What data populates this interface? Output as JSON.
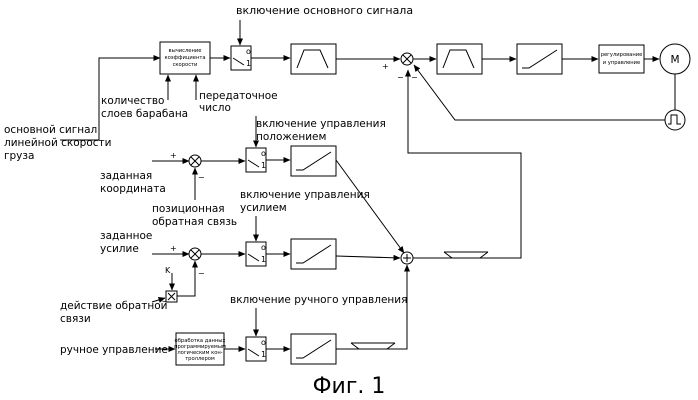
{
  "labels": {
    "main_signal_on": "включение основного сигнала",
    "speed_coef_block": [
      "вычисление",
      "коэффициента",
      "скорости"
    ],
    "drum_layers": [
      "количество",
      "слоев барабана"
    ],
    "gear_ratio": [
      "передаточное",
      "число"
    ],
    "base_signal": [
      "основной сигнал",
      "линейной скорости",
      "груза"
    ],
    "position_control_on": [
      "включение управления",
      "положением"
    ],
    "target_coordinate": [
      "заданная",
      "координата"
    ],
    "position_feedback": [
      "позиционная",
      "обратная связь"
    ],
    "force_control_on": [
      "включение управления",
      "усилием"
    ],
    "target_force": [
      "заданное",
      "усилие"
    ],
    "feedback_action": [
      "действие обратной",
      "связи"
    ],
    "manual_control_on": "включение ручного управления",
    "manual_control": "ручное управление",
    "plc_block": [
      "обработка данных",
      "программируемым",
      "логическим кон-",
      "троллером"
    ],
    "regulation_block": [
      "регулирование",
      "и управление"
    ],
    "motor": "M",
    "gain": "K",
    "switch_on": "o",
    "switch_off": "1"
  },
  "signs": {
    "plus": "+",
    "minus": "−"
  },
  "caption": "Фиг. 1"
}
